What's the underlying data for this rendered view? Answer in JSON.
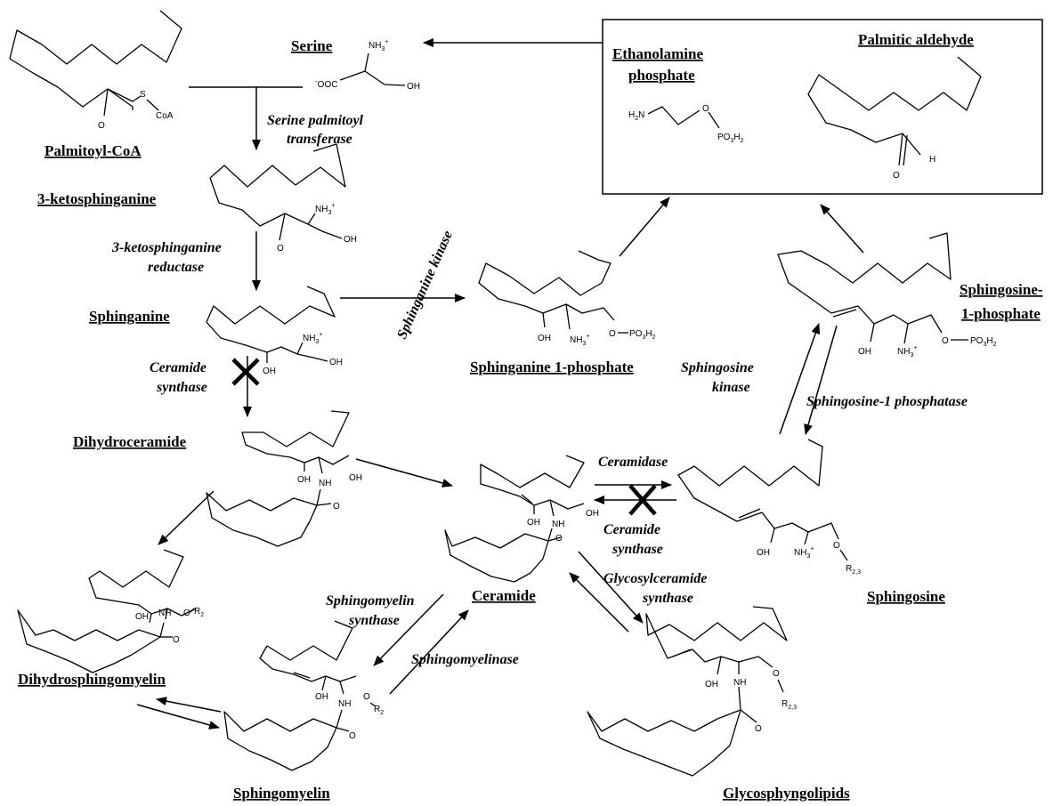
{
  "compounds": {
    "palmitoyl_coa": "Palmitoyl-CoA",
    "serine": "Serine",
    "ketosphinganine": "3-ketosphinganine",
    "sphinganine": "Sphinganine",
    "sphinganine_1p": "Sphinganine 1-phosphate",
    "dihydroceramide": "Dihydroceramide",
    "dihydrosphingomyelin": "Dihydrosphingomyelin",
    "sphingomyelin": "Sphingomyelin",
    "ceramide": "Ceramide",
    "glycosphingolipids": "Glycosphyngolipids",
    "sphingosine": "Sphingosine",
    "sphingosine_1p_line1": "Sphingosine-",
    "sphingosine_1p_line2": "1-phosphate",
    "ethanolamine_line1": "Ethanolamine",
    "ethanolamine_line2": "phosphate",
    "palmitic_aldehyde": "Palmitic aldehyde"
  },
  "enzymes": {
    "spt_line1": "Serine palmitoyl",
    "spt_line2": "transferase",
    "ksr_line1": "3-ketosphinganine",
    "ksr_line2": "reductase",
    "cers_line1": "Ceramide",
    "cers_line2": "synthase",
    "sphk_sphinganine": "Sphinganine kinase",
    "ceramidase": "Ceramidase",
    "cers2_line1": "Ceramide",
    "cers2_line2": "synthase",
    "sphk_line1": "Sphingosine",
    "sphk_line2": "kinase",
    "s1pp": "Sphingosine-1 phosphatase",
    "gcs_line1": "Glycosylceramide",
    "gcs_line2": "synthase",
    "sms_line1": "Sphingomyelin",
    "sms_line2": "synthase",
    "smase": "Sphingomyelinase"
  },
  "atoms": {
    "nh3": "NH",
    "nh3_sub": "3",
    "nh3_sup": "+",
    "ooc": "OOC",
    "ooc_sup": "-",
    "oh": "OH",
    "s": "S",
    "coa": "CoA",
    "o": "O",
    "h": "H",
    "nh": "NH",
    "h2n": "H",
    "h2n_sub": "2",
    "h2n_n": "N",
    "po3h2": "PO",
    "po3h2_sub1": "3",
    "po3h2_h": "H",
    "po3h2_sub2": "2",
    "r2": "R",
    "r2_sub": "2",
    "r23": "R",
    "r23_sub": "2,3"
  },
  "block_mark": "X"
}
